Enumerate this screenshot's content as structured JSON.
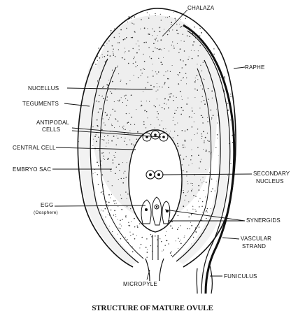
{
  "diagram": {
    "title": "STRUCTURE OF MATURE OVULE",
    "labels": {
      "chalaza": "CHALAZA",
      "raphe": "RAPHE",
      "nucellus": "NUCELLUS",
      "teguments": "TEGUMENTS",
      "antipodal_line1": "ANTIPODAL",
      "antipodal_line2": "CELLS",
      "central_cell": "CENTRAL CELL",
      "embryo_sac": "EMBRYO SAC",
      "secondary_line1": "SECONDARY",
      "secondary_line2": "NUCLEUS",
      "egg": "EGG",
      "egg_sub": "(Oosphere)",
      "synergids": "SYNERGIDS",
      "vascular_line1": "VASCULAR",
      "vascular_line2": "STRAND",
      "micropyle": "MICROPYLE",
      "funiculus": "FUNICULUS"
    }
  }
}
